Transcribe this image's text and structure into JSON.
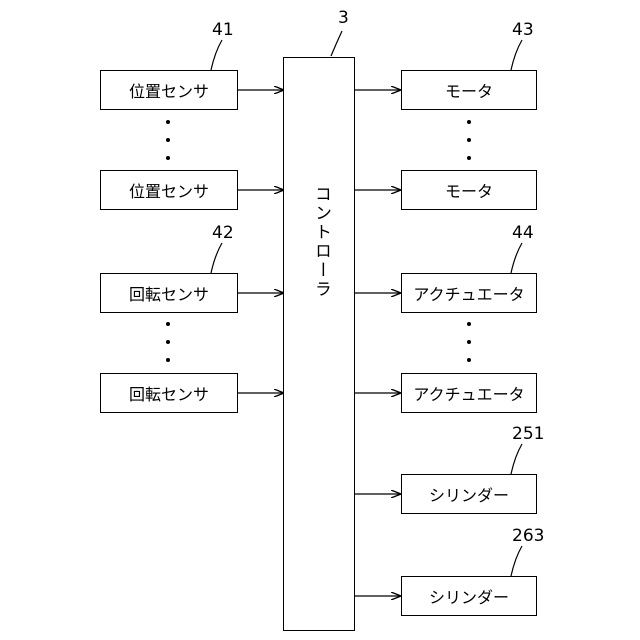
{
  "controller": {
    "ref": "3",
    "label": "コントローラ"
  },
  "left": {
    "position_sensor_group": {
      "ref": "41",
      "top_label": "位置センサ",
      "bottom_label": "位置センサ"
    },
    "rotation_sensor_group": {
      "ref": "42",
      "top_label": "回転センサ",
      "bottom_label": "回転センサ"
    }
  },
  "right": {
    "motor_group": {
      "ref": "43",
      "top_label": "モータ",
      "bottom_label": "モータ"
    },
    "actuator_group": {
      "ref": "44",
      "top_label": "アクチュエータ",
      "bottom_label": "アクチュエータ"
    },
    "cylinder_a": {
      "ref": "251",
      "label": "シリンダー"
    },
    "cylinder_b": {
      "ref": "263",
      "label": "シリンダー"
    }
  }
}
